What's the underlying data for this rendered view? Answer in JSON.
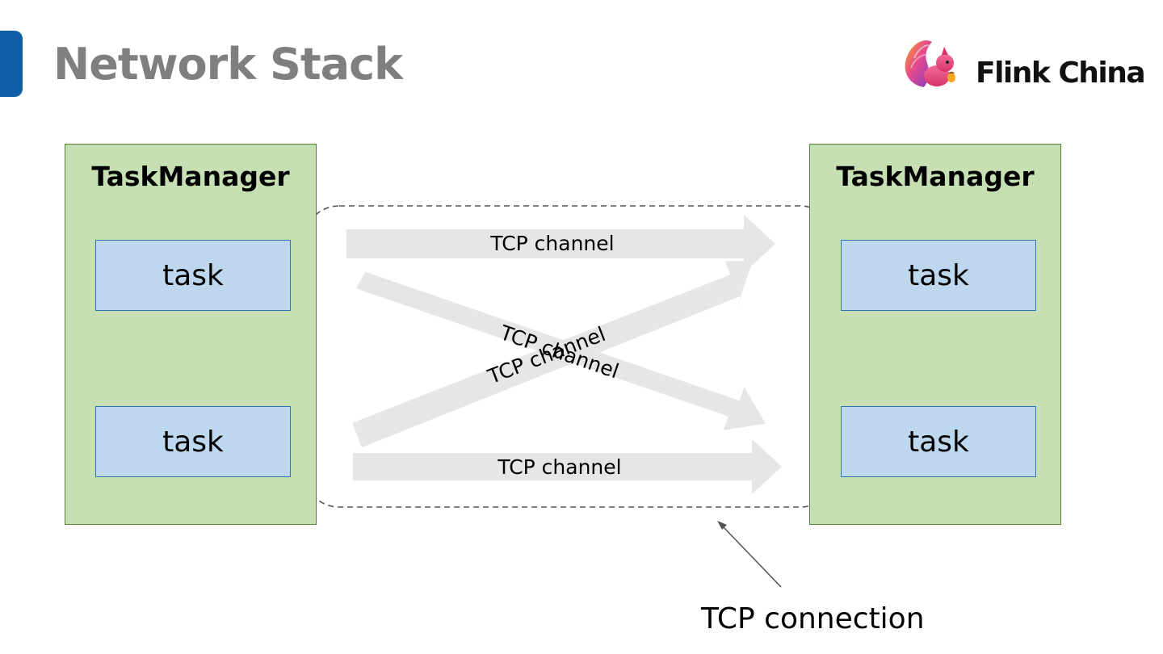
{
  "title": "Network Stack",
  "logo": {
    "text": "Flink China",
    "icon": "squirrel-logo-icon"
  },
  "colors": {
    "accent": "#0f5fa8",
    "taskmanager_fill": "#c6e0b4",
    "taskmanager_border": "#548235",
    "task_fill": "#bdd7ee",
    "task_border": "#2e75b6",
    "channel_fill": "#e6e6e6"
  },
  "taskmanagers": [
    {
      "label": "TaskManager",
      "tasks": [
        "task",
        "task"
      ]
    },
    {
      "label": "TaskManager",
      "tasks": [
        "task",
        "task"
      ]
    }
  ],
  "channels": [
    {
      "label": "TCP channel"
    },
    {
      "label": "TCP channel"
    },
    {
      "label": "TCP channel"
    },
    {
      "label": "TCP channel"
    }
  ],
  "connection": {
    "label": "TCP connection"
  }
}
